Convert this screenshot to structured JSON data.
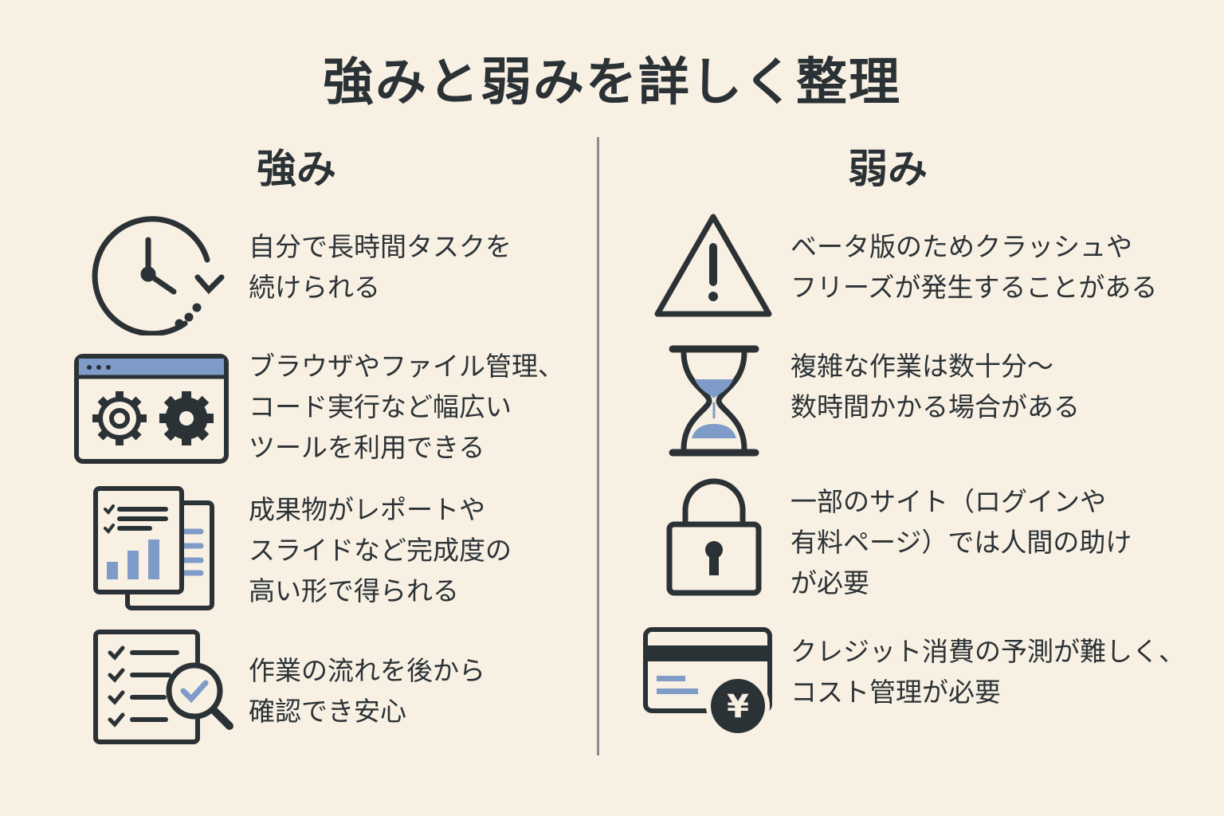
{
  "title": "強みと弱みを詳しく整理",
  "strengths": {
    "heading": "強み",
    "items": [
      {
        "icon": "clock-icon",
        "text": "自分で長時間タスクを\n続けられる"
      },
      {
        "icon": "browser-gears-icon",
        "text": "ブラウザやファイル管理、\nコード実行など幅広い\nツールを利用できる"
      },
      {
        "icon": "report-document-icon",
        "text": "成果物がレポートや\nスライドなど完成度の\n高い形で得られる"
      },
      {
        "icon": "checklist-magnifier-icon",
        "text": "作業の流れを後から\n確認でき安心"
      }
    ]
  },
  "weaknesses": {
    "heading": "弱み",
    "items": [
      {
        "icon": "warning-icon",
        "text": "ベータ版のためクラッシュや\nフリーズが発生することがある"
      },
      {
        "icon": "hourglass-icon",
        "text": "複雑な作業は数十分〜\n数時間かかる場合がある"
      },
      {
        "icon": "lock-icon",
        "text": "一部のサイト（ログインや\n有料ページ）では人間の助け\nが必要"
      },
      {
        "icon": "credit-card-yen-icon",
        "text": "クレジット消費の予測が難しく、\nコスト管理が必要"
      }
    ]
  },
  "colors": {
    "background": "#f8f0e3",
    "ink": "#2b3236",
    "accent": "#7f9cc9"
  }
}
